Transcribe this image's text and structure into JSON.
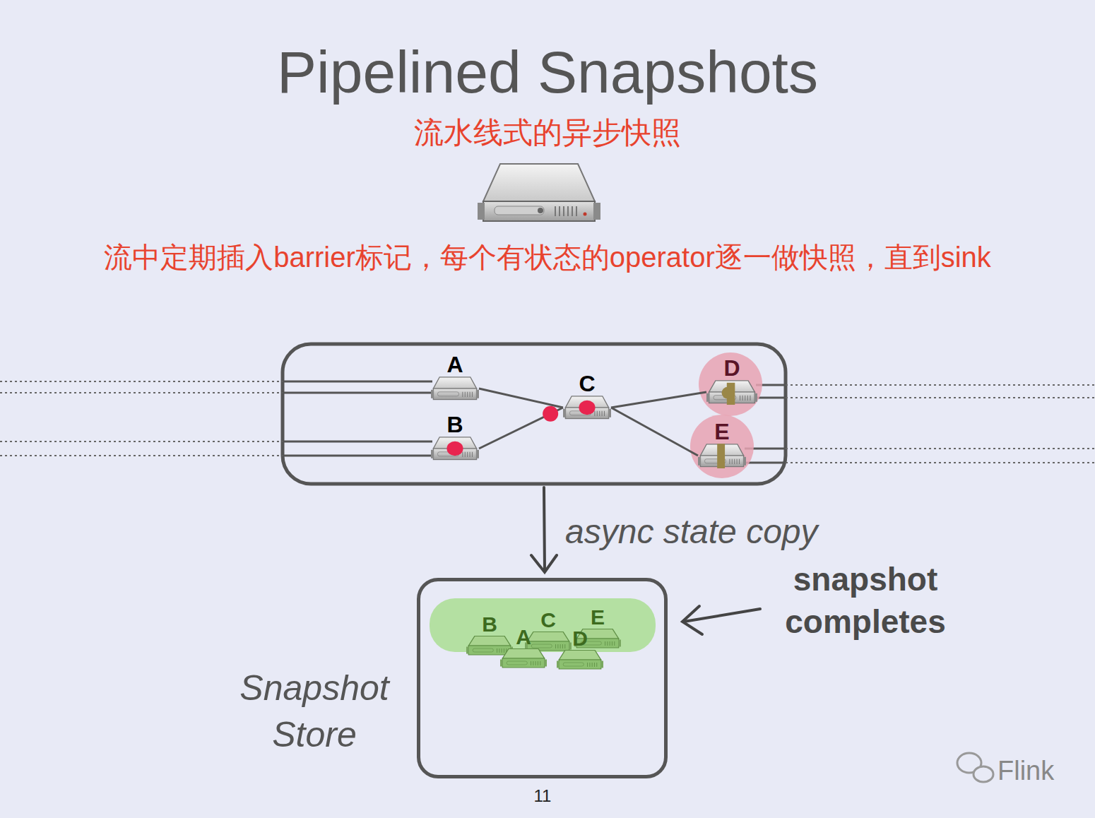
{
  "diagram": {
    "title": "Pipelined Snapshots",
    "nodes": [
      {
        "text": [
          "A"
        ]
      },
      {
        "text": [
          "B"
        ]
      },
      {
        "text": [
          "C"
        ]
      },
      {
        "text": [
          "D"
        ]
      },
      {
        "text": [
          "E"
        ]
      },
      {
        "text": [
          "Snapshot Store"
        ]
      },
      {
        "text": [
          "B"
        ],
        "in": 5
      },
      {
        "text": [
          "C"
        ],
        "in": 5
      },
      {
        "text": [
          "E"
        ],
        "in": 5
      },
      {
        "text": [
          "A"
        ],
        "in": 5
      },
      {
        "text": [
          "D"
        ],
        "in": 5
      }
    ],
    "edges": [
      {
        "from": 0,
        "to": 2,
        "arrow": "none"
      },
      {
        "from": 1,
        "to": 2,
        "arrow": "none"
      },
      {
        "from": 2,
        "to": 3,
        "arrow": "none"
      },
      {
        "from": 2,
        "to": 4,
        "arrow": "none"
      }
    ],
    "labels": [
      "流水线式的异步快照",
      "流中定期插入barrier标记，每个有状态的operator逐一做快照，直到sink",
      "async state copy",
      "snapshot completes",
      "11",
      "Flink"
    ]
  }
}
